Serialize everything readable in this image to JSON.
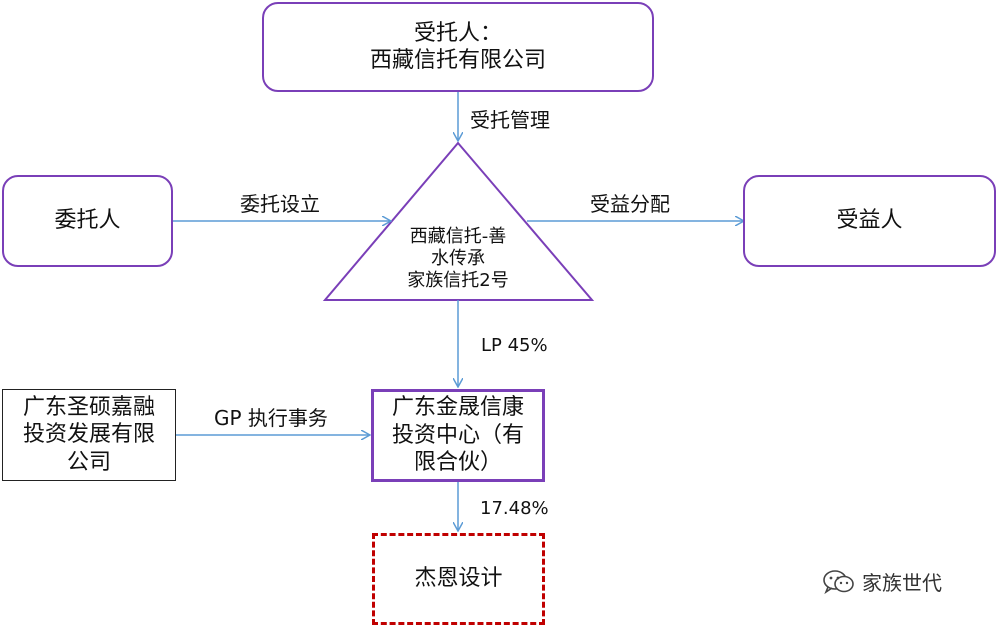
{
  "nodes": {
    "trustee_line1": "受托人：",
    "trustee_line2": "西藏信托有限公司",
    "settlor": "委托人",
    "beneficiary": "受益人",
    "trust_line1": "西藏信托-善",
    "trust_line2": "水传承",
    "trust_line3": "家族信托2号",
    "gp_line1": "广东圣硕嘉融",
    "gp_line2": "投资发展有限",
    "gp_line3": "公司",
    "partnership_line1": "广东金晟信康",
    "partnership_line2": "投资中心（有",
    "partnership_line3": "限合伙）",
    "target": "杰恩设计"
  },
  "edges": {
    "trust_mgmt": "受托管理",
    "entrust_setup": "委托设立",
    "benefit_dist": "受益分配",
    "lp_share": "LP 45%",
    "gp_exec": "GP 执行事务",
    "holding": "17.48%"
  },
  "watermark": {
    "icon": "wechat-icon",
    "text": "家族世代"
  },
  "colors": {
    "purple_border": "#7a3fb8",
    "arrow_blue": "#5b9bd5",
    "dashed_red": "#c00000"
  }
}
